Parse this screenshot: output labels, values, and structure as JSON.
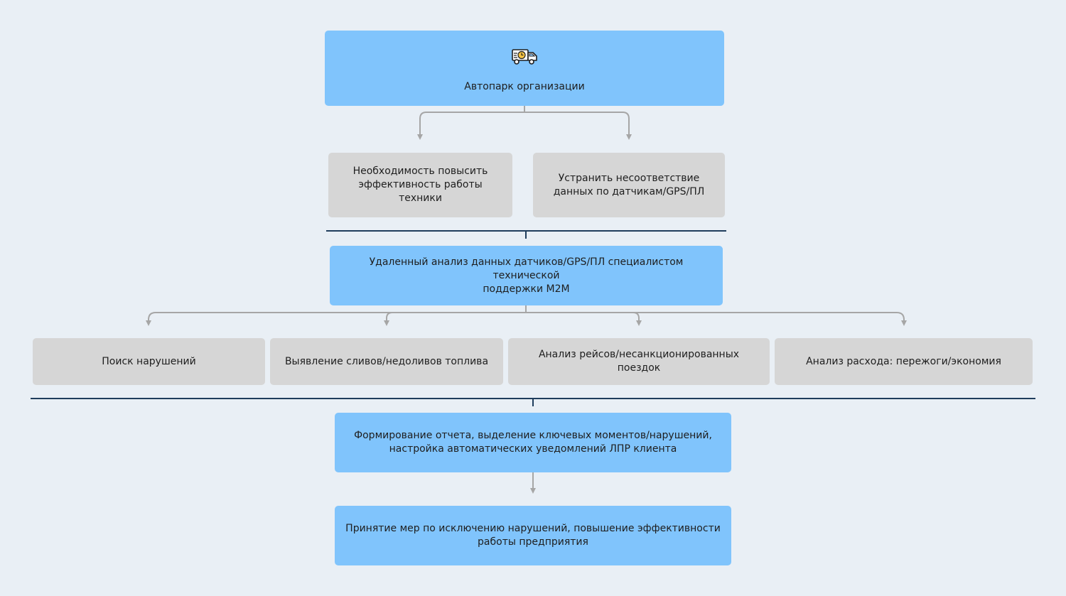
{
  "nodes": {
    "root": {
      "label": "Автопарк организации",
      "icon": "delivery-truck-icon"
    },
    "need_1": {
      "lines": [
        "Необходимость повысить",
        "эффективность работы техники"
      ]
    },
    "need_2": {
      "lines": [
        "Устранить несоответствие",
        "данных по датчикам/GPS/ПЛ"
      ]
    },
    "analysis": {
      "lines": [
        "Удаленный анализ данных датчиков/GPS/ПЛ специалистом технической",
        "поддержки M2M"
      ]
    },
    "task_1": {
      "label": "Поиск нарушений"
    },
    "task_2": {
      "label": "Выявление сливов/недоливов топлива"
    },
    "task_3": {
      "label": "Анализ рейсов/несанкционированных поездок"
    },
    "task_4": {
      "label": "Анализ расхода: пережоги/экономия"
    },
    "report": {
      "lines": [
        "Формирование отчета, выделение ключевых моментов/нарушений,",
        "настройка автоматических уведомлений ЛПР клиента"
      ]
    },
    "result": {
      "lines": [
        "Принятие мер по исключению нарушений, повышение эффективности",
        "работы предприятия"
      ]
    }
  },
  "colors": {
    "background": "#e9eff5",
    "blue_box": "#80c4fc",
    "grey_box": "#d6d6d6",
    "arrow": "#a6a6a6",
    "divider": "#1f3d5c",
    "text": "#1e1e1e"
  }
}
